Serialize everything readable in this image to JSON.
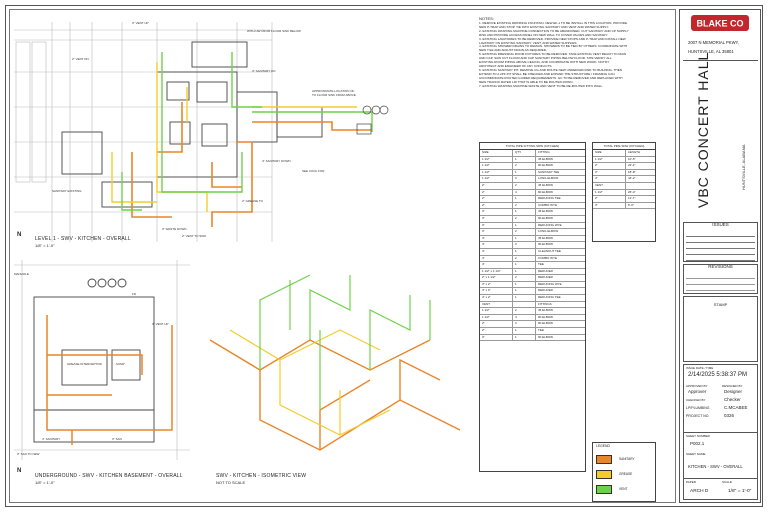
{
  "firm": {
    "name": "BLAKE CO",
    "address": "2007 N MEMORIAL PKWY,",
    "city": "HUNTSVILLE, AL 35801"
  },
  "project": {
    "title": "VBC CONCERT HALL",
    "location": "HUNTSVILLE, ALABAMA"
  },
  "notes": {
    "title": "NOTES:",
    "items": [
      "1. REMOVE EXISTING DRINKING FOUNTAIN. NEW EF-1 TO BE INSTALL IN THIS LOCATION. PROVIDE",
      "   NEW P-TRAP AND STOP. TIE INTO EXISTING SANITARY AND VENT AND WATER SUPPLY.",
      "2. EXISTING WASHING MACHINE CONNECTION TO BE ABANDONED. CUT SANITARY AND CP SUPPLY",
      "   RISK AND PROVIDE ACCESS PANEL ON NEW WALL TO COVER VALVES AND SANITARY.",
      "3. EXISTING LAVATORIES TO BE REMOVED. PROVIDE NEW STOPS AND P-TRAP AND INSTALL NEW",
      "   LAVATORY ON EXISTING SANITARY, VENT, AND WATER SUPPLIES.",
      "4. EXISTING SHOWER DRAINS TO REMAIN. SHOWERS TO BE TIED BY OTHERS. COORDINATE WITH",
      "   NEW TILE AND ADJUST DRAIN AS REQUIRED.",
      "5. EXISTING DRESSING ROOM FIXTURES TO BE REMOVED. TAKE EXISTING VENT REACH TO MAIN",
      "   AND CAP. SAW CUT FLOOR AND CAP SANITARY PIPING BELOW FLOOR. SITE VERIFY ALL",
      "   EXISTING ROOM PIPING ABOVE CEILING, AND COORDINATE WITH NEW WORK. NOTIFY",
      "   ARCHITECT AND ENGINEER OF ANY CONFLICTS.",
      "6. EXISTING SANITARY PIT. REMOVE UG AND ROUTE NEW UNDERGROUND TO BUILDING. THEN",
      "   EXTEND TO A 2PF PIT SHALL BE CHECKED AND EXPAND THE STRUCTURE / FRAMING CAN",
      "   ACCOMMODATE ROUTED GUIDED REQUIREMENTS. GC TO BE REMOVED AND REPLACED WITH",
      "   NEW TRAFFIC RATED LID THAT IS ABLE TO BE ROUTED DOWN.",
      "7. EXISTING WASHING MACHINE WASTE AND VENT TO BE RE-ROUTED INTO WALL."
    ]
  },
  "schedule_left": {
    "title": "TOTAL PIPE FITTING SDW (KITCHEN)",
    "rows": [
      [
        "SIZE",
        "QTY",
        "FITTING"
      ],
      [
        "1 1/2\"",
        "1",
        "45 ELBOW"
      ],
      [
        "1 1/2\"",
        "2",
        "90 ELBOW"
      ],
      [
        "1 1/2\"",
        "1",
        "SANITARY TEE"
      ],
      [
        "1 1/2\"",
        "3",
        "LONG ELBOW"
      ],
      [
        "2\"",
        "2",
        "45 ELBOW"
      ],
      [
        "2\"",
        "4",
        "90 ELBOW"
      ],
      [
        "2\"",
        "1",
        "REDUCING TEE"
      ],
      [
        "2\"",
        "2",
        "COMBO WYE"
      ],
      [
        "3\"",
        "1",
        "45 ELBOW"
      ],
      [
        "3\"",
        "2",
        "90 ELBOW"
      ],
      [
        "3\"",
        "1",
        "REDUCING WYE"
      ],
      [
        "3\"",
        "2",
        "LONG ELBOW"
      ],
      [
        "4\"",
        "1",
        "45 ELBOW"
      ],
      [
        "4\"",
        "3",
        "90 ELBOW"
      ],
      [
        "4\"",
        "1",
        "CLEANOUT TEE"
      ],
      [
        "4\"",
        "2",
        "COMBO WYE"
      ],
      [
        "4\"",
        "1",
        "TEE"
      ],
      [
        "1 1/2\" x 1 1/4\"",
        "1",
        "REDUCER"
      ],
      [
        "2\" x 1 1/2\"",
        "2",
        "REDUCER"
      ],
      [
        "3\" x 2\"",
        "1",
        "REDUCING WYE"
      ],
      [
        "4\" x 3\"",
        "1",
        "REDUCER"
      ],
      [
        "4\" x 2\"",
        "1",
        "REDUCING TEE"
      ],
      [
        "VENT",
        "",
        "FITTINGS"
      ],
      [
        "1 1/2\"",
        "2",
        "45 ELBOW"
      ],
      [
        "1 1/2\"",
        "4",
        "90 ELBOW"
      ],
      [
        "2\"",
        "3",
        "90 ELBOW"
      ],
      [
        "2\"",
        "1",
        "TEE"
      ],
      [
        "3\"",
        "1",
        "90 ELBOW"
      ]
    ]
  },
  "schedule_right": {
    "title": "TOTAL PIPE SDW (KITCHEN)",
    "rows": [
      [
        "SIZE",
        "LENGTH"
      ],
      [
        "1 1/2\"",
        "10'-5\""
      ],
      [
        "2\"",
        "22'-1\""
      ],
      [
        "3\"",
        "18'-8\""
      ],
      [
        "4\"",
        "44'-2\""
      ],
      [
        "VENT",
        ""
      ],
      [
        "1 1/2\"",
        "26'-4\""
      ],
      [
        "2\"",
        "11'-7\""
      ],
      [
        "3\"",
        "6'-0\""
      ]
    ]
  },
  "legend": {
    "title": "LEGEND",
    "items": [
      {
        "label": "SANITARY",
        "color": "#e8862a"
      },
      {
        "label": "GREASE",
        "color": "#f2cd2a"
      },
      {
        "label": "VENT",
        "color": "#6fd14a"
      }
    ]
  },
  "views": {
    "plan1": {
      "title": "LEVEL 1 - SWV - KITCHEN - OVERALL",
      "scale": "1/8\" = 1'-0\""
    },
    "plan2": {
      "title": "UNDERGROUND - SWV - KITCHEN BASEMENT - OVERALL",
      "scale": "1/8\" = 1'-0\""
    },
    "iso": {
      "title": "SWV - KITCHEN - ISOMETRIC VIEW",
      "scale": "NOT TO SCALE"
    }
  },
  "title_block": {
    "issues_title": "ISSUES",
    "revisions_title": "REVISIONS",
    "stamp_title": "STAMP",
    "issue_date_label": "ISSUE DATE / TIME",
    "issue_date": "2/14/2025 5:38:37 PM",
    "approved_label": "APPROVED BY",
    "approved": "Approver",
    "designed_label": "DESIGNED BY",
    "designed": "Designer",
    "checked_label": "CHECKED BY",
    "checked": "Checker",
    "plumbing_label": "LP/PLUMBING",
    "plumbing": "C.MCABEE",
    "project_no_label": "PROJECT NO.",
    "project_no": "0326",
    "sheet_number_label": "SHEET NUMBER",
    "sheet_number": "P002.1",
    "sheet_name_label": "SHEET NAME",
    "sheet_name": "KITCHEN - SWV - OVERALL",
    "paper_label": "PAPER",
    "paper": "ARCH D",
    "scale_label": "SCALE",
    "scale": "1/8\" = 1'-0\""
  },
  "north": "N"
}
